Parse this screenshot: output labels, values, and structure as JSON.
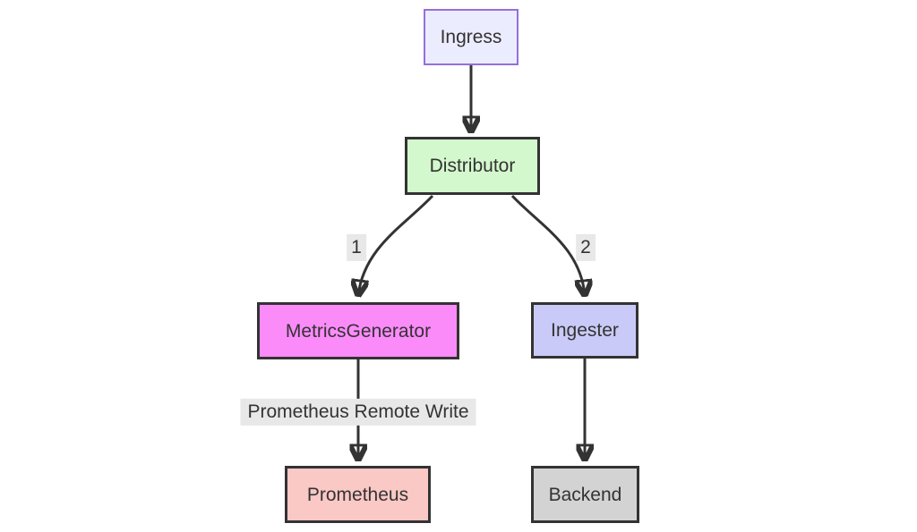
{
  "diagram": {
    "type": "flowchart",
    "direction": "top-down",
    "canvas_bg": "#ffffff",
    "edge_color": "#333333",
    "label_bg": "#e8e8e8",
    "nodes": [
      {
        "id": "ingress",
        "label": "Ingress",
        "fill": "#ececff",
        "border": "#9370db"
      },
      {
        "id": "distributor",
        "label": "Distributor",
        "fill": "#d3f8cd",
        "border": "#333333"
      },
      {
        "id": "metrics-generator",
        "label": "MetricsGenerator",
        "fill": "#fc8bfa",
        "border": "#333333"
      },
      {
        "id": "ingester",
        "label": "Ingester",
        "fill": "#cacaf8",
        "border": "#333333"
      },
      {
        "id": "prometheus",
        "label": "Prometheus",
        "fill": "#fac8c5",
        "border": "#333333"
      },
      {
        "id": "backend",
        "label": "Backend",
        "fill": "#d3d3d3",
        "border": "#333333"
      }
    ],
    "edges": [
      {
        "from": "Ingress",
        "to": "Distributor",
        "label": ""
      },
      {
        "from": "Distributor",
        "to": "MetricsGenerator",
        "label": "1"
      },
      {
        "from": "Distributor",
        "to": "Ingester",
        "label": "2"
      },
      {
        "from": "MetricsGenerator",
        "to": "Prometheus",
        "label": "Prometheus Remote Write"
      },
      {
        "from": "Ingester",
        "to": "Backend",
        "label": ""
      }
    ]
  }
}
